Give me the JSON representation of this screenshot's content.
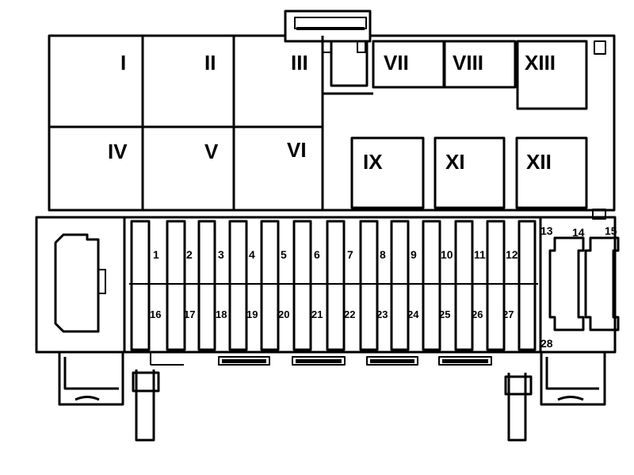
{
  "relays_upper": {
    "r1": "I",
    "r2": "II",
    "r3": "III",
    "r4": "IV",
    "r5": "V",
    "r6": "VI"
  },
  "relays_right": {
    "r7": "VII",
    "r8": "VIII",
    "r13": "XIII",
    "r9": "IX",
    "r11": "XI",
    "r12": "XII"
  },
  "fuses_top": [
    "1",
    "2",
    "3",
    "4",
    "5",
    "6",
    "7",
    "8",
    "9",
    "10",
    "11",
    "12"
  ],
  "fuses_bottom": [
    "16",
    "17",
    "18",
    "19",
    "20",
    "21",
    "22",
    "23",
    "24",
    "25",
    "26",
    "27"
  ],
  "connector": {
    "c13": "13",
    "c14": "14",
    "c15": "15",
    "c28": "28"
  }
}
